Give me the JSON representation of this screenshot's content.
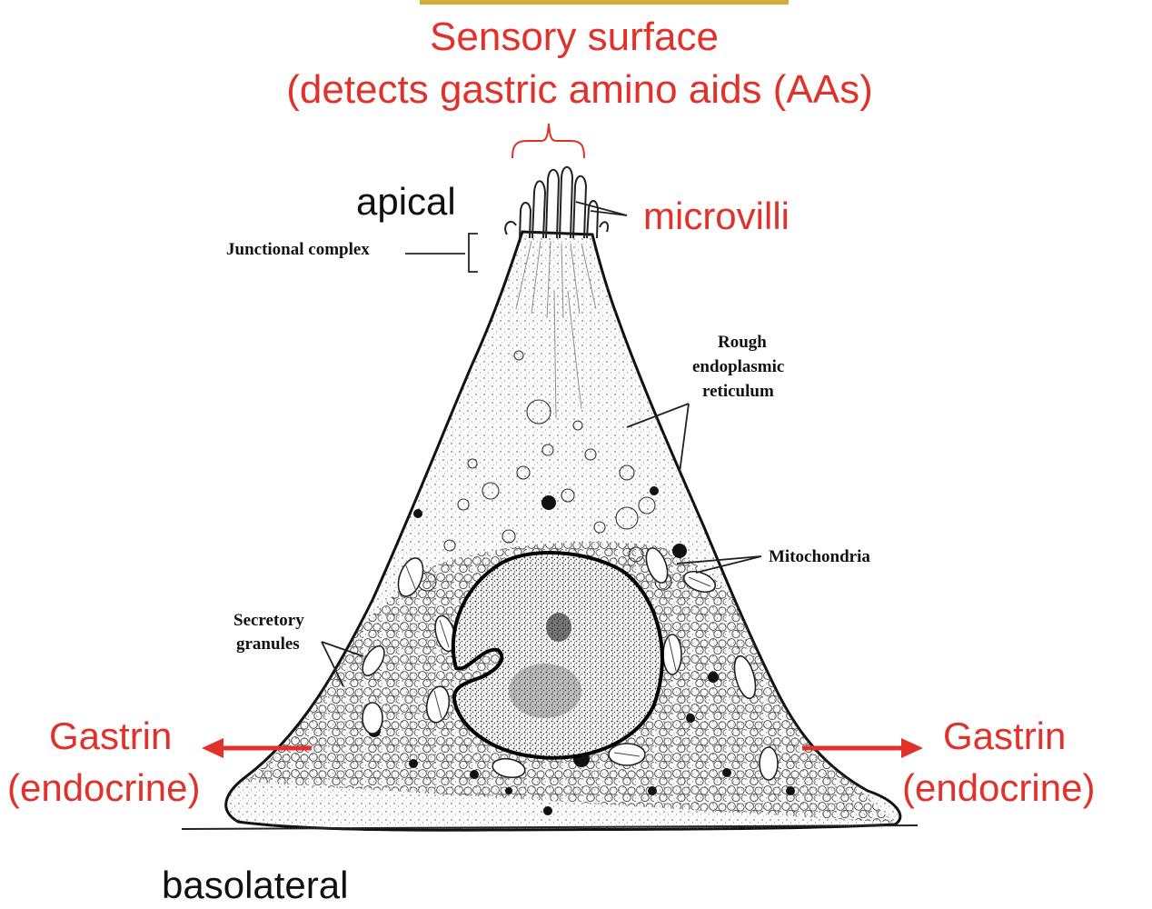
{
  "colors": {
    "annotation": "#e0322a",
    "top_bar": "#d4aa3a",
    "ink": "#111111"
  },
  "header": {
    "line1": "Sensory surface",
    "line2": "(detects gastric amino aids (AAs)"
  },
  "labels": {
    "apical": "apical",
    "microvilli": "microvilli",
    "junctional_complex": "Junctional complex",
    "rough_er_line1": "Rough",
    "rough_er_line2": "endoplasmic",
    "rough_er_line3": "reticulum",
    "mitochondria": "Mitochondria",
    "secretory_line1": "Secretory",
    "secretory_line2": "granules",
    "basolateral": "basolateral"
  },
  "outputs": {
    "left_line1": "Gastrin",
    "left_line2": "(endocrine)",
    "right_line1": "Gastrin",
    "right_line2": "(endocrine)"
  }
}
